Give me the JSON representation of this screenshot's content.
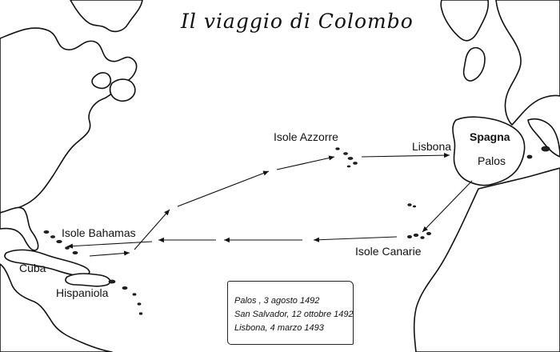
{
  "title": "Il viaggio di Colombo",
  "colors": {
    "ink": "#111111",
    "paper": "#ffffff"
  },
  "places": {
    "spain": "Spagna",
    "palos": "Palos",
    "lisbon": "Lisbona",
    "azores": "Isole Azzorre",
    "canaries": "Isole Canarie",
    "bahamas": "Isole Bahamas",
    "cuba": "Cuba",
    "hispaniola": "Hispaniola"
  },
  "legend": {
    "lines": [
      "Palos , 3 agosto 1492",
      "San Salvador, 12 ottobre 1492",
      "Lisbona, 4 marzo 1493"
    ]
  },
  "routes": {
    "outbound": "Palos → Isole Canarie → Isole Bahamas",
    "return": "Hispaniola → Isole Azzorre → Lisbona"
  }
}
